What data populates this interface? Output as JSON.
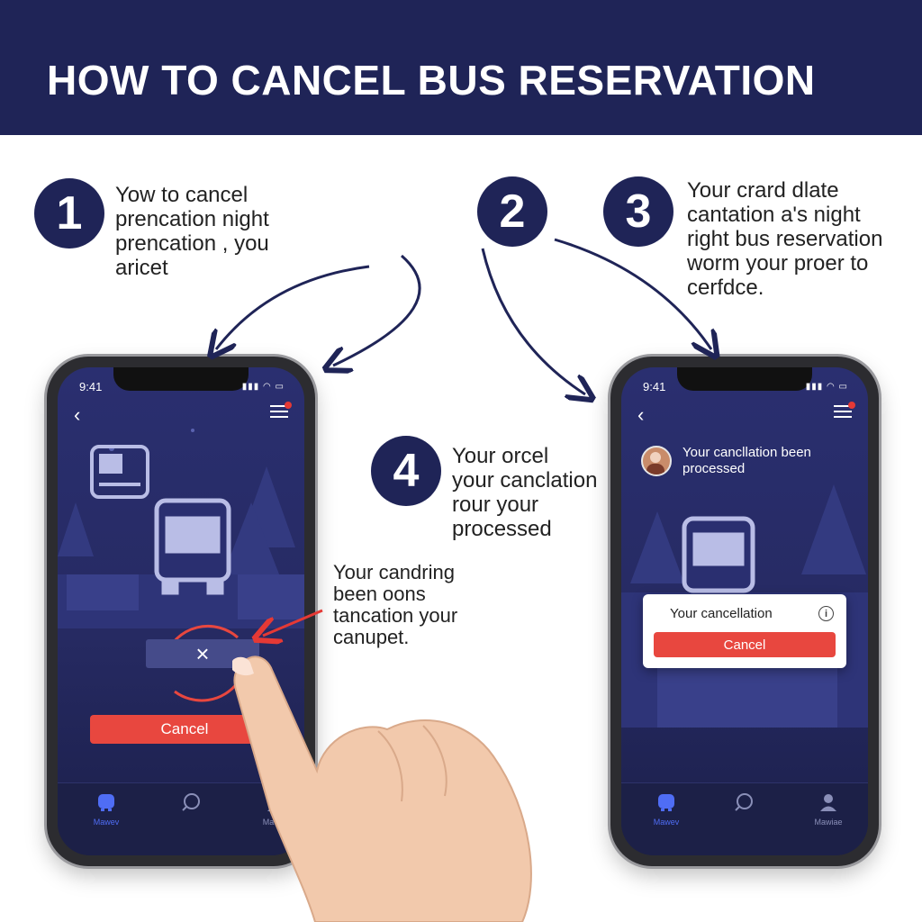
{
  "banner": {
    "title": "HOW TO CANCEL BUS RESERVATION"
  },
  "steps": [
    {
      "number": "1",
      "lines": [
        "Yow to cancel",
        "prencation night",
        "prencation , you",
        "aricet"
      ]
    },
    {
      "number": "2"
    },
    {
      "number": "3",
      "lines": [
        "Your crard dlate",
        "cantation a's night",
        "right bus reservation",
        "worm your proer to",
        "cerfdce."
      ]
    },
    {
      "number": "4",
      "lines": [
        "Your orcel",
        "your canclation",
        "rour your",
        "processed"
      ]
    }
  ],
  "callout": {
    "lines": [
      "Your candring",
      "been oons",
      "tancation your",
      "canupet."
    ]
  },
  "phone_left": {
    "time": "9:41",
    "cancel_label": "Cancel",
    "close_icon": "×",
    "tabs": [
      "Mawev",
      "",
      "Mawev"
    ]
  },
  "phone_right": {
    "time": "9:41",
    "notice_lines": [
      "Your cancllation been",
      "processed"
    ],
    "dialog_title": "Your cancellation",
    "dialog_info": "i",
    "cancel_label": "Cancel",
    "tabs": [
      "Mawev",
      "",
      "Mawiae"
    ]
  },
  "colors": {
    "navy": "#1f2457",
    "cancel_red": "#e8473f",
    "screen_bg": "#262a62"
  }
}
